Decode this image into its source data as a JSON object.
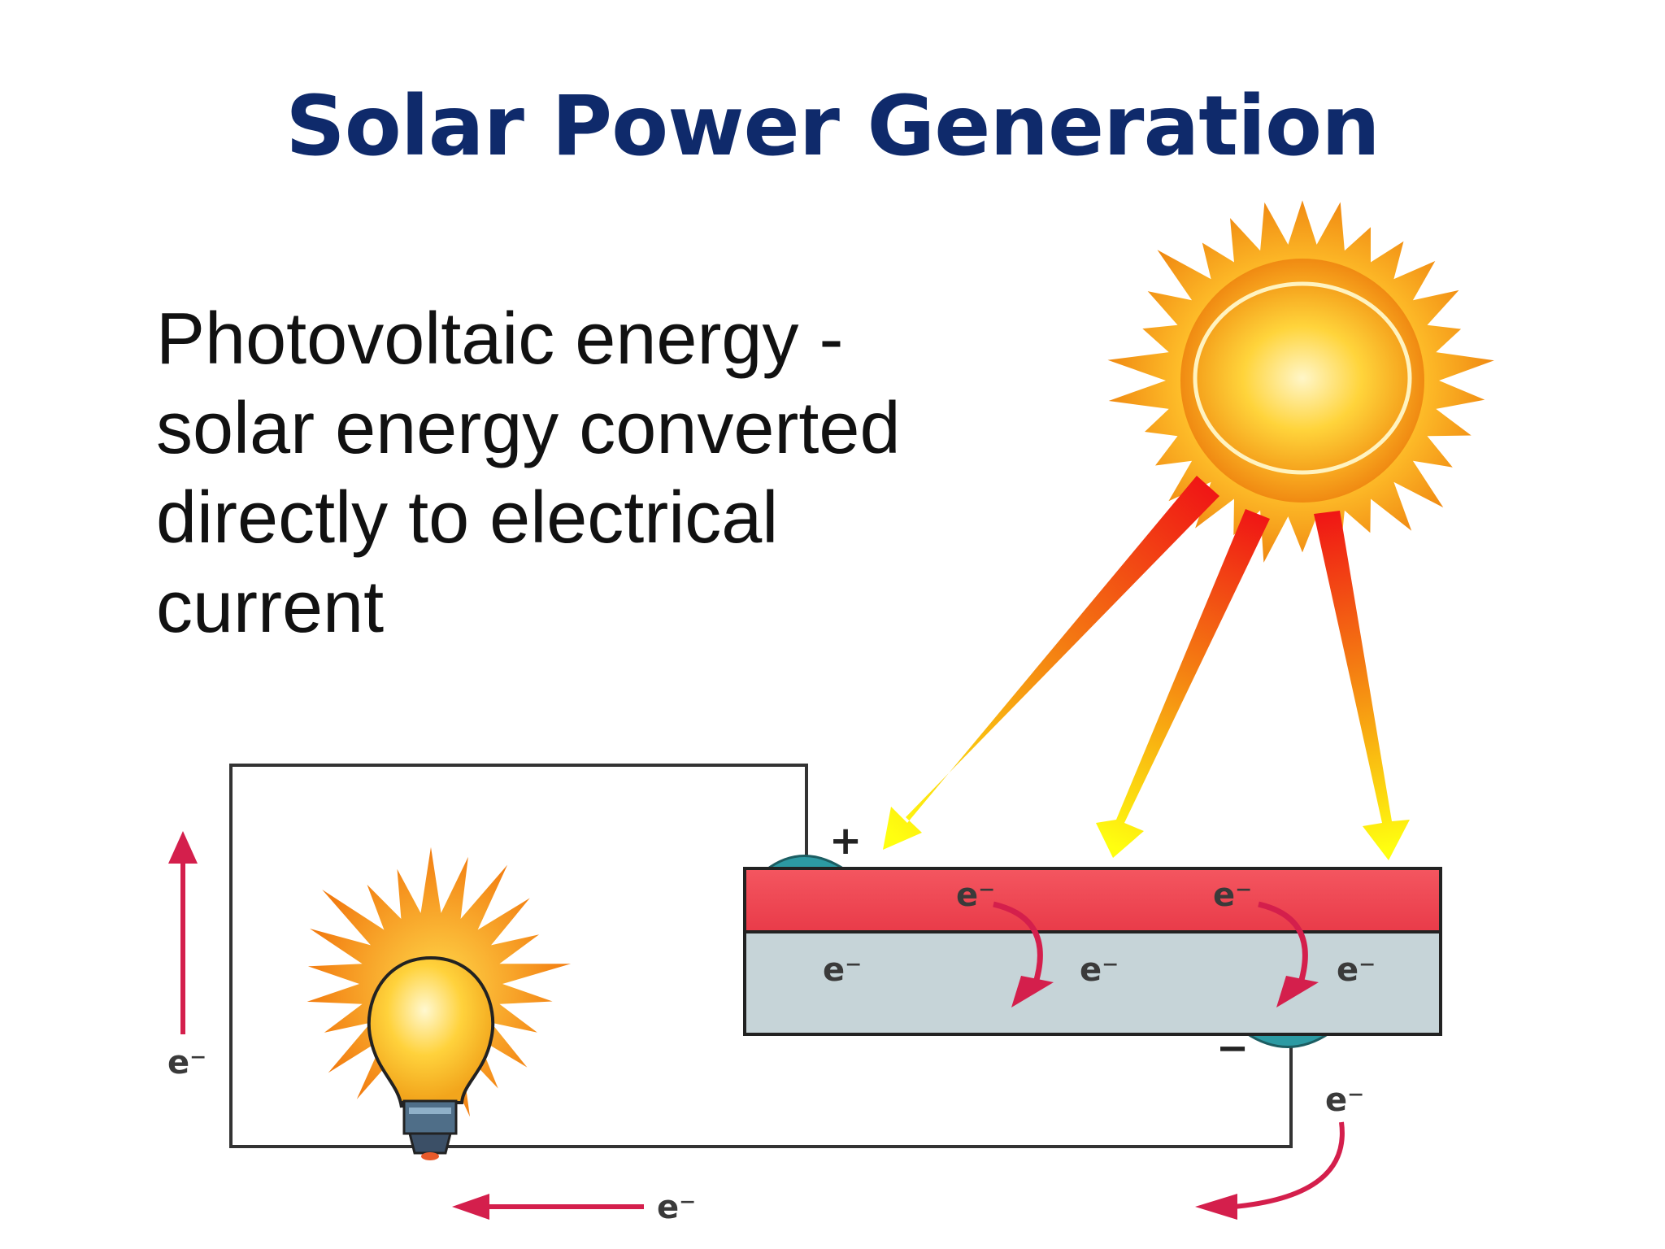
{
  "slide": {
    "title": "Solar Power Generation",
    "body_lines": [
      "Photovoltaic energy -",
      "solar energy converted",
      "directly to electrical",
      "current"
    ]
  },
  "diagram": {
    "positive_sign": "+",
    "negative_sign": "−",
    "electron_labels": [
      "e⁻",
      "e⁻",
      "e⁻",
      "e⁻",
      "e⁻",
      "e⁻",
      "e⁻",
      "e⁻"
    ],
    "colors": {
      "title": "#0f2a6b",
      "top_layer": "#f2545f",
      "bottom_layer": "#c6d4d8",
      "electron_arrow": "#d41f4c",
      "sun_outer": "#f7a21b",
      "sun_inner": "#ffd23a",
      "wire": "#333333",
      "terminal": "#2c9aa3"
    },
    "icons": [
      "sun-icon",
      "light-bulb-icon"
    ]
  }
}
